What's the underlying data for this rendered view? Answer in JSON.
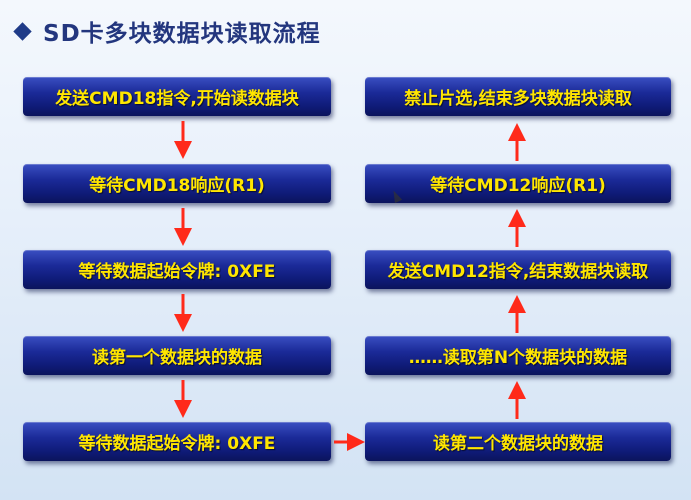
{
  "title": "SD卡多块数据块读取流程",
  "colors": {
    "box_text": "#ffe600",
    "box_fill": "#16238a",
    "arrow": "#ff2a1a",
    "title": "#23367e"
  },
  "steps_left": [
    "发送CMD18指令,开始读数据块",
    "等待CMD18响应(R1)",
    "等待数据起始令牌: 0XFE",
    "读第一个数据块的数据",
    "等待数据起始令牌: 0XFE"
  ],
  "steps_right": [
    "禁止片选,结束多块数据块读取",
    "等待CMD12响应(R1)",
    "发送CMD12指令,结束数据块读取",
    "……读取第N个数据块的数据",
    "读第二个数据块的数据"
  ]
}
